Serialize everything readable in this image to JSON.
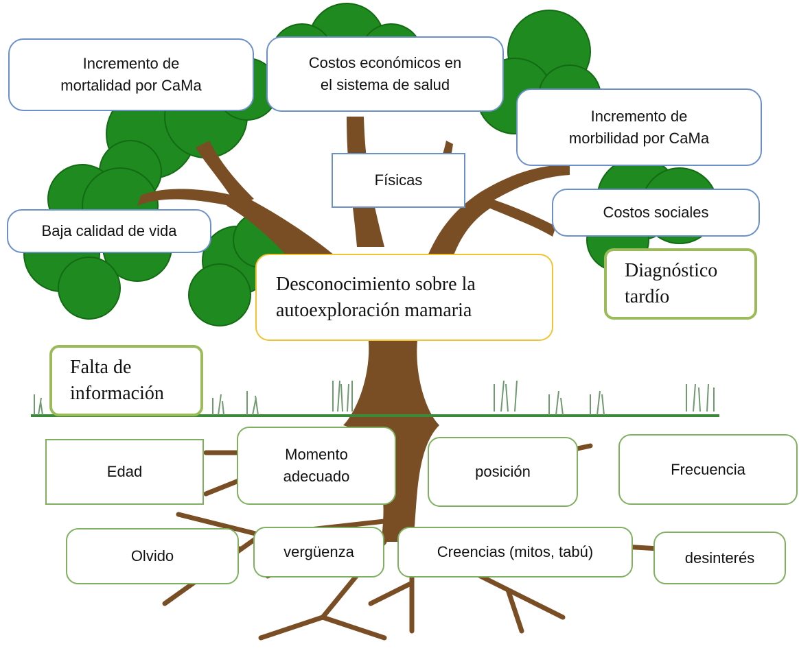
{
  "colors": {
    "foliage": "#1f8a1f",
    "foliage_edge": "#136b13",
    "trunk": "#7a4e24",
    "ground": "#3a8a3a",
    "grass": "#6f9a6f",
    "border_blue": "#6b8fc8",
    "border_green": "#7fb060",
    "border_yellow": "#f2c230",
    "border_green_thick": "#9bbb59"
  },
  "effects": {
    "mortalidad": {
      "line1": "Incremento de",
      "line2": "mortalidad por CaMa"
    },
    "costos_economicos": {
      "line1": "Costos económicos en",
      "line2": "el sistema de salud"
    },
    "morbilidad": {
      "line1": "Incremento de",
      "line2": "morbilidad por CaMa"
    },
    "fisicas": "Físicas",
    "costos_sociales": "Costos sociales",
    "baja_calidad": "Baja calidad de vida"
  },
  "problem": {
    "line1": "Desconocimiento sobre la",
    "line2": "autoexploración mamaria"
  },
  "diagnostico": {
    "line1": "Diagnóstico",
    "line2": "tardío"
  },
  "falta_info": {
    "line1": "Falta de",
    "line2": "información"
  },
  "causes": {
    "edad": "Edad",
    "momento": {
      "line1": "Momento",
      "line2": "adecuado"
    },
    "posicion": "posición",
    "frecuencia": "Frecuencia",
    "olvido": "Olvido",
    "verguenza": "vergüenza",
    "creencias": "Creencias (mitos, tabú)",
    "desinteres": "desinterés"
  }
}
